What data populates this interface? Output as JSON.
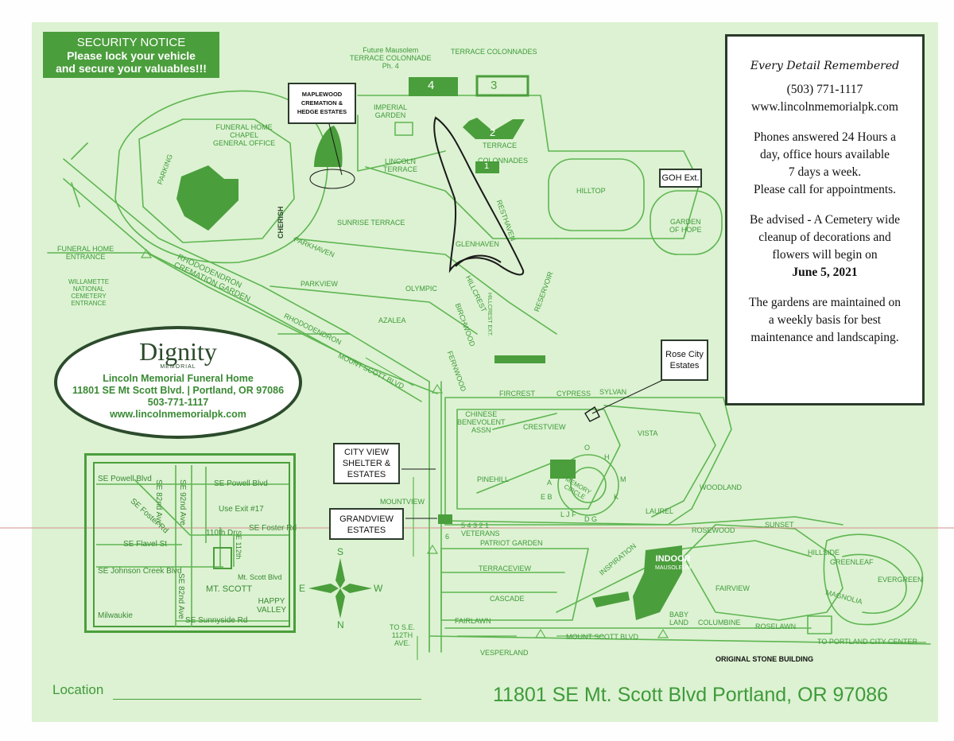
{
  "notice": {
    "title": "SECURITY NOTICE",
    "line1": "Please lock your vehicle",
    "line2": "and secure your valuables!!!"
  },
  "info": {
    "tagline": "Every Detail Remembered",
    "phone": "(503) 771-1117",
    "website": "www.lincolnmemorialpk.com",
    "hours1": "Phones answered 24 Hours a",
    "hours2": "day, office hours available",
    "hours3": "7 days a week.",
    "hours4": "Please call for appointments.",
    "cleanup1": "Be advised - A Cemetery wide",
    "cleanup2": "cleanup of decorations and",
    "cleanup3": "flowers will begin on",
    "date": "June 5, 2021",
    "maint1": "The gardens are maintained on",
    "maint2": "a weekly basis for best",
    "maint3": "maintenance and  landscaping."
  },
  "brand": {
    "logo": "Dignity",
    "logo_sub": "MEMORIAL",
    "name": "Lincoln Memorial Funeral Home",
    "address": "11801 SE Mt Scott Blvd. | Portland, OR 97086",
    "phone": "503-771-1117",
    "website": "www.lincolnmemorialpk.com"
  },
  "callouts": {
    "maplewood": [
      "MAPLEWOOD",
      "CREMATION &",
      "HEDGE ESTATES"
    ],
    "goh": "GOH Ext.",
    "rose_city": [
      "Rose City",
      "Estates"
    ],
    "city_view": [
      "CITY VIEW",
      "SHELTER &",
      "ESTATES"
    ],
    "grandview": [
      "GRANDVIEW",
      "ESTATES"
    ]
  },
  "map_labels": {
    "future_mausoleum": [
      "Future Mausolem",
      "TERRACE COLONNADE",
      "Ph. 4"
    ],
    "terrace_colonnades": "TERRACE  COLONNADES",
    "num4": "4",
    "num3": "3",
    "num2": "2",
    "num1": "1",
    "imperial_garden": [
      "IMPERIAL",
      "GARDEN"
    ],
    "terrace": "TERRACE",
    "colonnades": "COLONNADES",
    "funeral_home": [
      "FUNERAL HOME",
      "CHAPEL",
      "GENERAL OFFICE"
    ],
    "parking": "PARKING",
    "lincoln_terrace": [
      "LINCOLN",
      "TERRACE"
    ],
    "hilltop": "HILLTOP",
    "garden_of_hope": [
      "GARDEN",
      "OF HOPE"
    ],
    "cherish": "CHERISH",
    "sunrise_terrace": "SUNRISE TERRACE",
    "parkhaven": "PARKHAVEN",
    "glenhaven": "GLENHAVEN",
    "resthaven": "RESTHAVEN",
    "funeral_home_entrance": [
      "FUNERAL HOME",
      "ENTRANCE"
    ],
    "willamette": [
      "WILLAMETTE",
      "NATIONAL",
      "CEMETERY",
      "ENTRANCE"
    ],
    "rhododendron_cremation": [
      "RHODODENDRON",
      "CREMATION GARDEN"
    ],
    "parkview": "PARKVIEW",
    "olympic": "OLYMPIC",
    "hillcrest": "HILLCREST",
    "hillcrest_ext": "HILLCREST EXT.",
    "reservoir": "RESERVOIR",
    "azalea": "AZALEA",
    "birchwood": "BIRCHWOOD",
    "rhododendron": "RHODODENDRON",
    "mount_scott_blvd": "MOUNT SCOTT BLVD",
    "fernwood": "FERNWOOD",
    "fircrest": "FIRCREST",
    "cypress": "CYPRESS",
    "sylvan": "SYLVAN",
    "chinese": [
      "CHINESE",
      "BENEVOLENT",
      "ASSN"
    ],
    "crestview": "CRESTVIEW",
    "vista": "VISTA",
    "pinehill": "PINEHILL",
    "memory_circle": [
      "MEMORY",
      "CIRCLE"
    ],
    "woodland": "WOODLAND",
    "mountview": "MOUNTVIEW",
    "laurel": "LAUREL",
    "rosewood": "ROSEWOOD",
    "sunset": "SUNSET",
    "veterans": [
      "5  4  3  2  1",
      "VETERANS"
    ],
    "patriot_garden": "PATRIOT GARDEN",
    "six": "6",
    "hillside": "HILLSIDE",
    "greenleaf": "GREENLEAF",
    "evergreen": "EVERGREEN",
    "terraceview": "TERRACEVIEW",
    "inspiration": "INSPIRATION",
    "indoor": [
      "INDOOR",
      "MAUSOLEUM"
    ],
    "magnolia": "MAGNOLIA",
    "cascade": "CASCADE",
    "fairview": "FAIRVIEW",
    "baby_land": [
      "BABY",
      "LAND"
    ],
    "columbine": "COLUMBINE",
    "roselawn": "ROSELAWN",
    "fairlawn": "FAIRLAWN",
    "to_se_112th": [
      "TO S.E.",
      "112TH",
      "AVE."
    ],
    "mount_scott_blvd_2": "MOUNT SCOTT BLVD",
    "to_portland": "TO PORTLAND CITY CENTER",
    "vesperland": "VESPERLAND",
    "original_stone": "ORIGINAL STONE BUILDING",
    "lot_letters": {
      "O": "O",
      "H": "H",
      "A": "A",
      "EB": "E B",
      "M": "M",
      "K": "K",
      "LJF": "L J F",
      "DG": "D G"
    }
  },
  "compass": {
    "n": "N",
    "s": "S",
    "e": "E",
    "w": "W"
  },
  "inset_map": {
    "powell_w": "SE Powell Blvd",
    "powell_e": "SE Powell Blvd",
    "foster": "SE Foster Rd",
    "ave82_1": "SE 82nd Ave",
    "ave92": "SE 92nd Ave",
    "exit": "Use Exit #17",
    "st110": "110th Dr",
    "foster_e": "SE Foster Rd",
    "st112": "SE 112th",
    "flavel": "SE Flavel St",
    "johnson": "SE Johnson Creek Blvd",
    "mt_scott_blvd": "Mt. Scott Blvd",
    "ave82_2": "SE 82nd Ave",
    "mt_scott": "MT. SCOTT",
    "happy_valley": [
      "HAPPY",
      "VALLEY"
    ],
    "milwaukie": "Milwaukie",
    "sunnyside": "SE Sunnyside Rd"
  },
  "footer": {
    "location_label": "Location",
    "address": "11801 SE Mt. Scott Blvd Portland, OR 97086"
  }
}
